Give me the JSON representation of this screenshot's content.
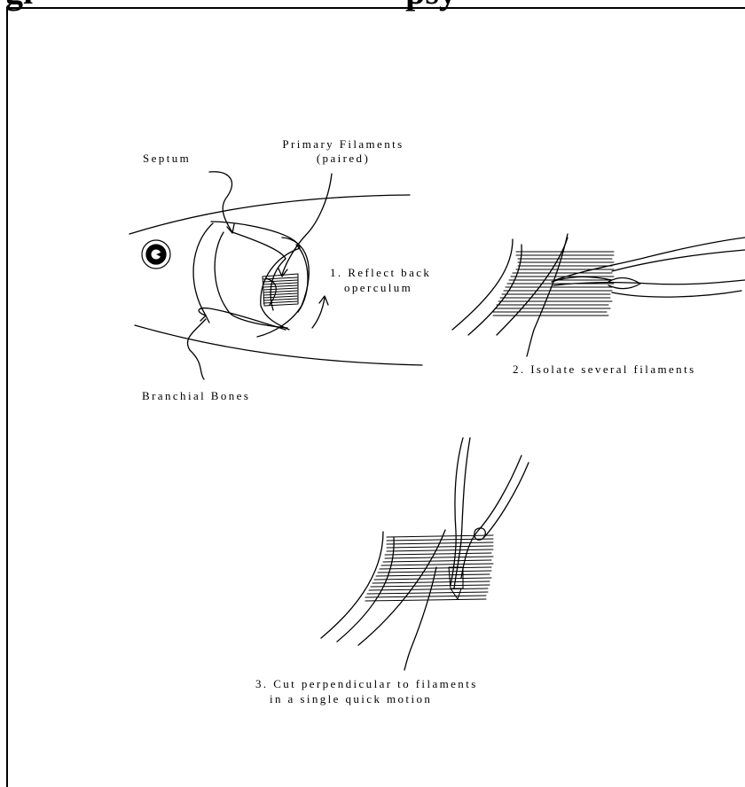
{
  "title": "gi                                          psy",
  "labels": {
    "septum": "Septum",
    "primary_filaments_line1": "Primary Filaments",
    "primary_filaments_line2": "(paired)",
    "step1_line1": "1. Reflect back",
    "step1_line2": "operculum",
    "branchial_bones": "Branchial Bones",
    "step2": "2. Isolate several filaments",
    "step3_line1": "3. Cut perpendicular to filaments",
    "step3_line2": "in a single quick motion"
  }
}
